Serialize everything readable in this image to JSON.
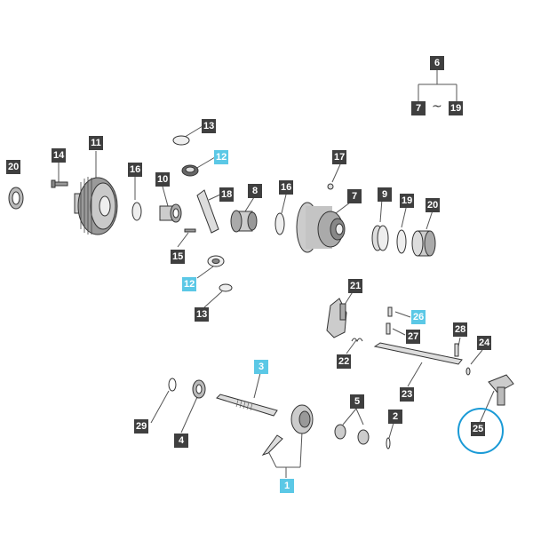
{
  "labels": {
    "l6": "6",
    "l7": "7",
    "l19a": "19",
    "l20a": "20",
    "l14": "14",
    "l11": "11",
    "l16a": "16",
    "l10": "10",
    "l13a": "13",
    "l12a": "12",
    "l18": "18",
    "l8": "8",
    "l15": "15",
    "l12b": "12",
    "l13b": "13",
    "l16b": "16",
    "l17": "17",
    "l7b": "7",
    "l9": "9",
    "l19b": "19",
    "l20b": "20",
    "l21": "21",
    "l26": "26",
    "l27": "27",
    "l22": "22",
    "l28": "28",
    "l24": "24",
    "l23": "23",
    "l25": "25",
    "l3": "3",
    "l29": "29",
    "l4": "4",
    "l5": "5",
    "l2": "2",
    "l1": "1"
  },
  "tilde": "~",
  "colors": {
    "label_bg": "#3f3f3f",
    "label_highlight": "#5bc8e6",
    "callout_circle": "#1a9ad6",
    "line": "#555555"
  }
}
